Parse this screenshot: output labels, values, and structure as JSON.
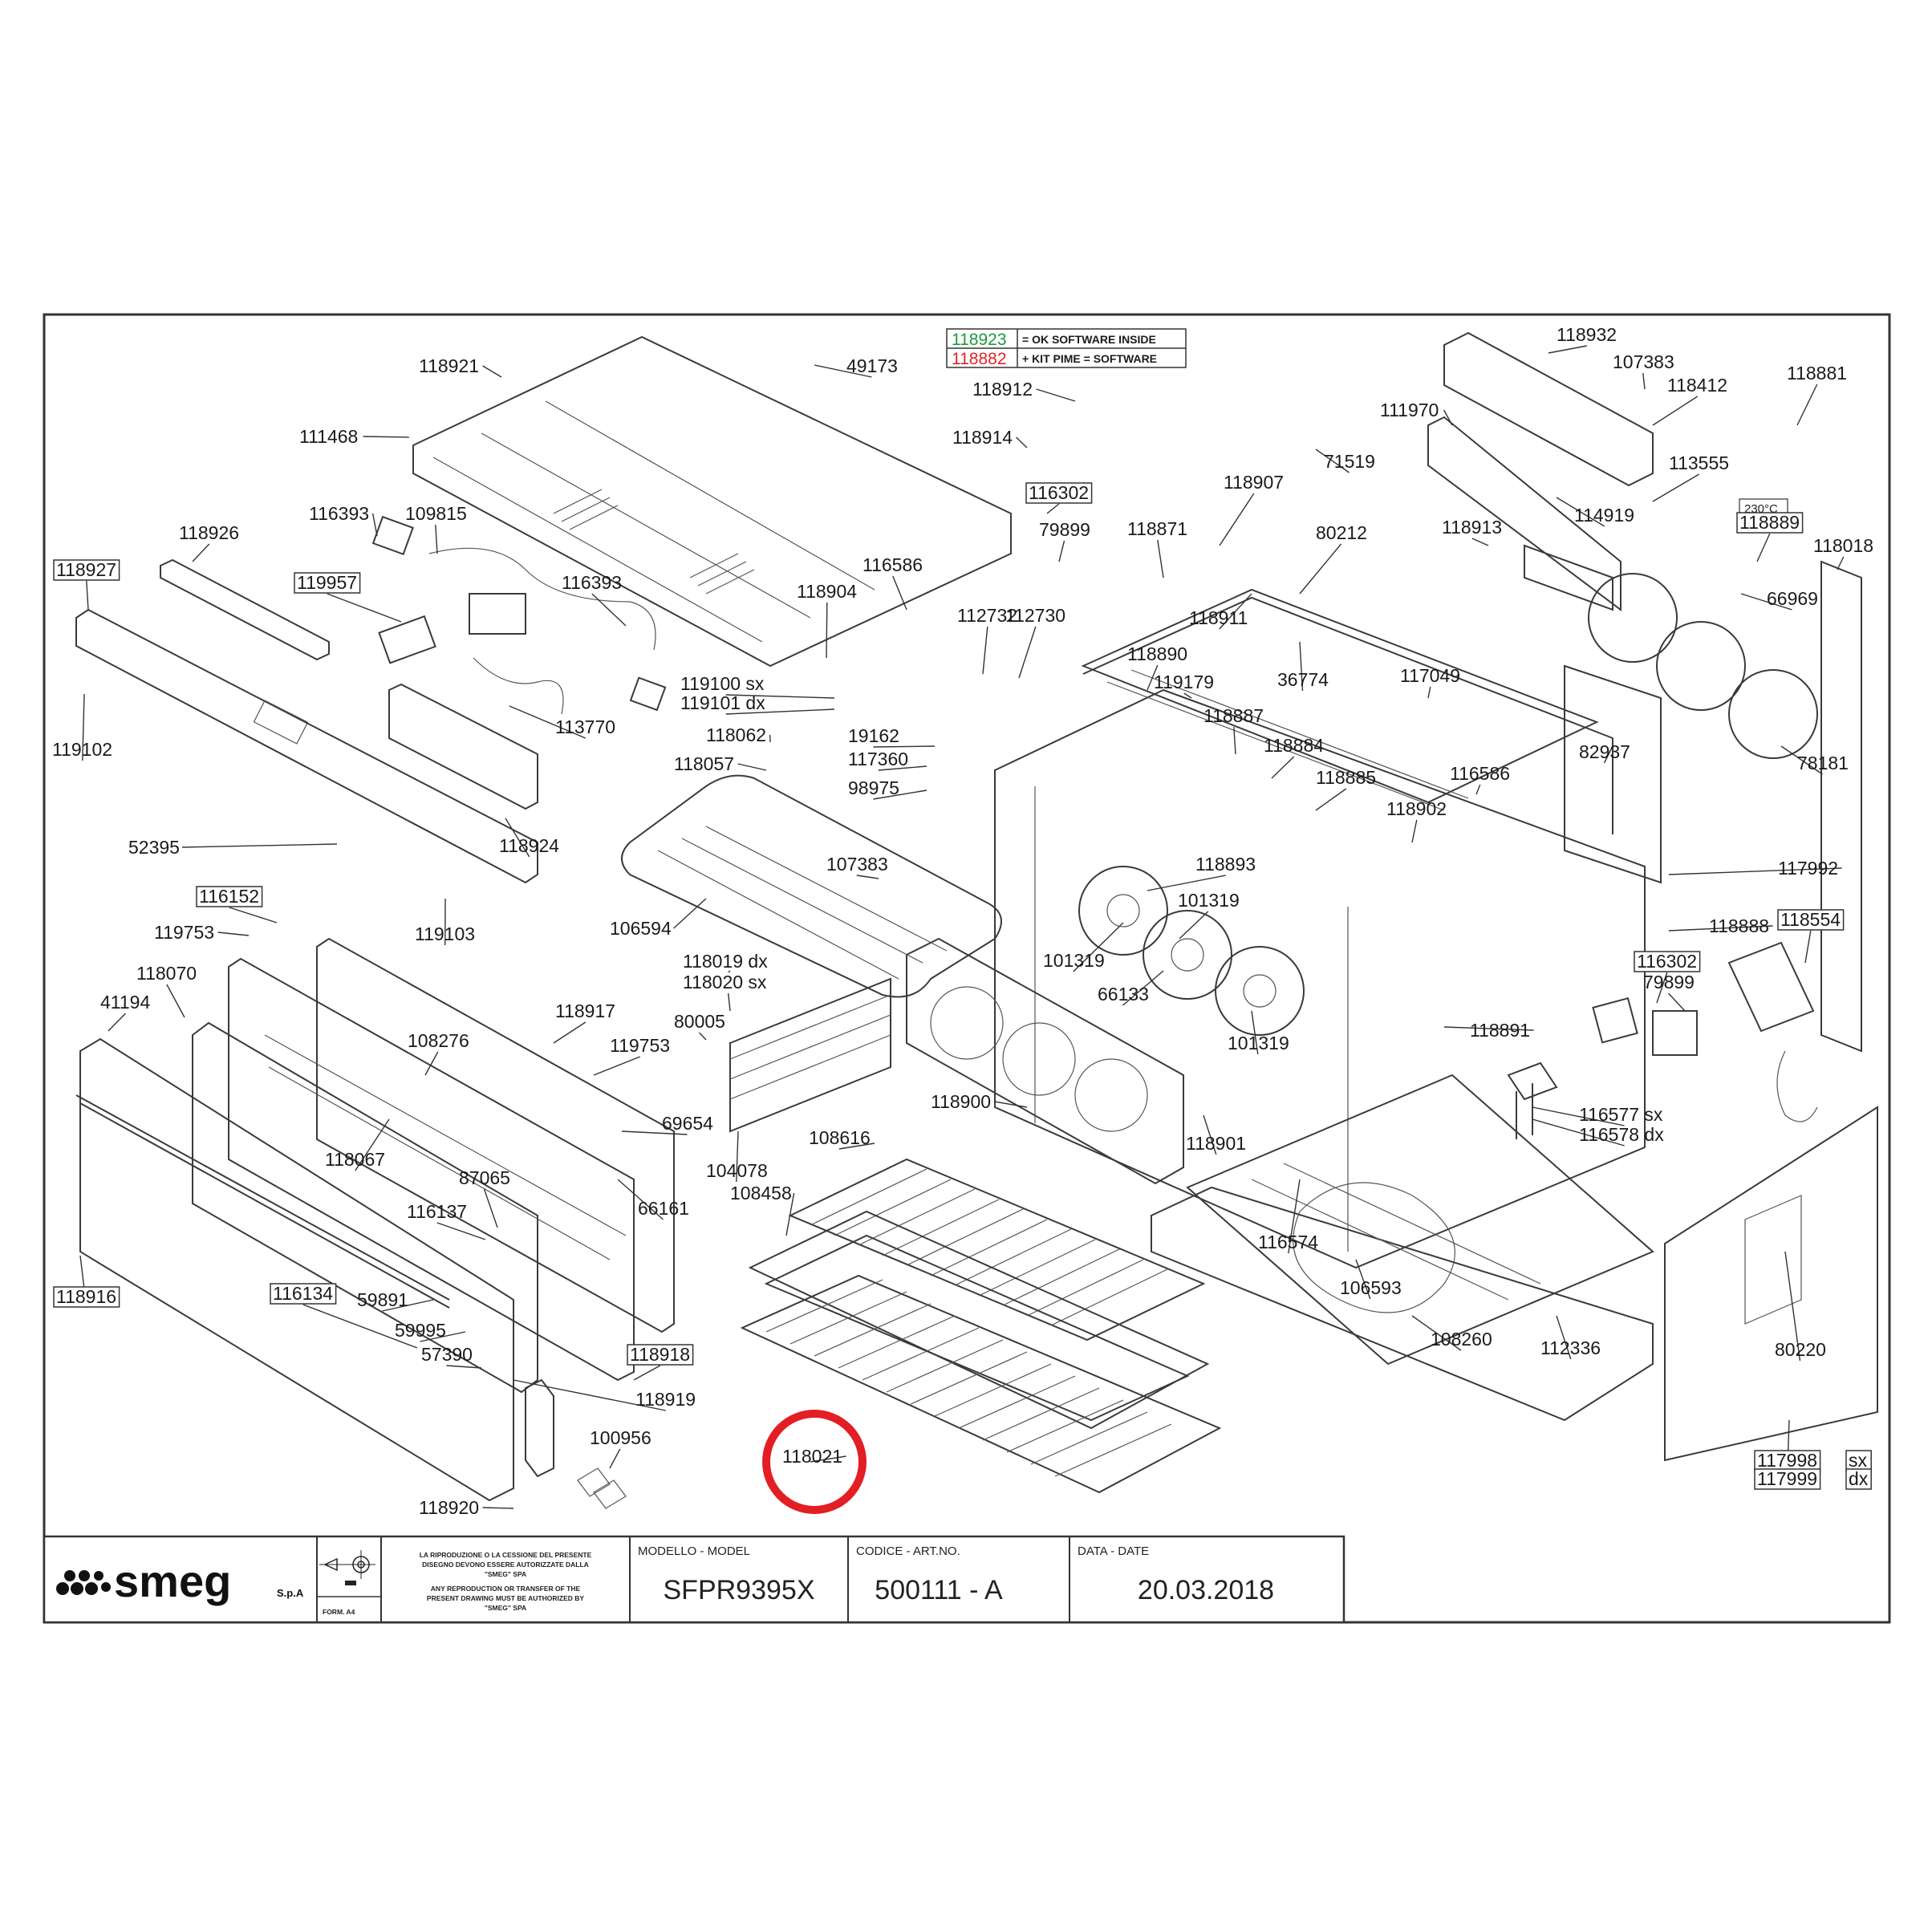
{
  "software_notes": [
    {
      "code": "118923",
      "text": "= OK SOFTWARE INSIDE",
      "color": "#1a9a3c"
    },
    {
      "code": "118882",
      "text": "+ KIT PIME = SOFTWARE",
      "color": "#e32227"
    }
  ],
  "temp_label": "230°C",
  "part_labels": [
    {
      "text": "118921"
    },
    {
      "text": "49173"
    },
    {
      "text": "111468"
    },
    {
      "text": "116393"
    },
    {
      "text": "109815"
    },
    {
      "text": "118926"
    },
    {
      "text": "118927",
      "boxed": true
    },
    {
      "text": "119957",
      "boxed": true
    },
    {
      "text": "116393"
    },
    {
      "text": "116586"
    },
    {
      "text": "118904"
    },
    {
      "text": "113770"
    },
    {
      "text": "119102"
    },
    {
      "text": "52395"
    },
    {
      "text": "118924"
    },
    {
      "text": "116152",
      "boxed": true
    },
    {
      "text": "119753"
    },
    {
      "text": "119103"
    },
    {
      "text": "118070"
    },
    {
      "text": "41194"
    },
    {
      "text": "118917"
    },
    {
      "text": "108276"
    },
    {
      "text": "119753"
    },
    {
      "text": "118067"
    },
    {
      "text": "87065"
    },
    {
      "text": "69654"
    },
    {
      "text": "116137"
    },
    {
      "text": "66161"
    },
    {
      "text": "118916",
      "boxed": true
    },
    {
      "text": "116134",
      "boxed": true
    },
    {
      "text": "59891"
    },
    {
      "text": "59995"
    },
    {
      "text": "57390"
    },
    {
      "text": "118918",
      "boxed": true
    },
    {
      "text": "118919"
    },
    {
      "text": "100956"
    },
    {
      "text": "118920"
    },
    {
      "text": "118912"
    },
    {
      "text": "118914"
    },
    {
      "text": "71519"
    },
    {
      "text": "116302",
      "boxed": true
    },
    {
      "text": "79899"
    },
    {
      "text": "118871"
    },
    {
      "text": "118907"
    },
    {
      "text": "80212"
    },
    {
      "text": "118911"
    },
    {
      "text": "36774"
    },
    {
      "text": "112732"
    },
    {
      "text": "112730"
    },
    {
      "text": "118890"
    },
    {
      "text": "119179"
    },
    {
      "text": "118887"
    },
    {
      "text": "118884"
    },
    {
      "text": "118885"
    },
    {
      "text": "119100 sx"
    },
    {
      "text": "119101 dx"
    },
    {
      "text": "118062"
    },
    {
      "text": "19162"
    },
    {
      "text": "118057"
    },
    {
      "text": "117360"
    },
    {
      "text": "98975"
    },
    {
      "text": "107383"
    },
    {
      "text": "106594"
    },
    {
      "text": "118019 dx"
    },
    {
      "text": "118020 sx"
    },
    {
      "text": "80005"
    },
    {
      "text": "104078"
    },
    {
      "text": "118893"
    },
    {
      "text": "101319"
    },
    {
      "text": "101319"
    },
    {
      "text": "66133"
    },
    {
      "text": "101319"
    },
    {
      "text": "118900"
    },
    {
      "text": "118901"
    },
    {
      "text": "108616"
    },
    {
      "text": "108458"
    },
    {
      "text": "118021"
    },
    {
      "text": "118932"
    },
    {
      "text": "107383"
    },
    {
      "text": "118412"
    },
    {
      "text": "111970"
    },
    {
      "text": "118913"
    },
    {
      "text": "113555"
    },
    {
      "text": "114919"
    },
    {
      "text": "118881"
    },
    {
      "text": "118889",
      "boxed": true
    },
    {
      "text": "118018"
    },
    {
      "text": "66969"
    },
    {
      "text": "117049"
    },
    {
      "text": "116586"
    },
    {
      "text": "82937"
    },
    {
      "text": "78181"
    },
    {
      "text": "118902"
    },
    {
      "text": "117992"
    },
    {
      "text": "118888"
    },
    {
      "text": "118554",
      "boxed": true
    },
    {
      "text": "116302",
      "boxed": true
    },
    {
      "text": "79899"
    },
    {
      "text": "118891"
    },
    {
      "text": "116577 sx"
    },
    {
      "text": "116578 dx"
    },
    {
      "text": "116574"
    },
    {
      "text": "106593"
    },
    {
      "text": "108260"
    },
    {
      "text": "112336"
    },
    {
      "text": "80220"
    },
    {
      "text": "117998",
      "boxed": true
    },
    {
      "text": "sx",
      "boxed": true
    },
    {
      "text": "117999",
      "boxed": true
    },
    {
      "text": "dx",
      "boxed": true
    }
  ],
  "highlight": {
    "target": "118021",
    "color": "#e31e24"
  },
  "title_block": {
    "brand": "smeg",
    "brand_suffix": "S.p.A",
    "form": "FORM. A4",
    "legal_it": [
      "LA RIPRODUZIONE O LA CESSIONE DEL PRESENTE",
      "DISEGNO DEVONO ESSERE AUTORIZZATE DALLA",
      "\"SMEG\" SPA"
    ],
    "legal_en": [
      "ANY REPRODUCTION OR TRANSFER OF THE",
      "PRESENT DRAWING MUST BE AUTHORIZED BY",
      "\"SMEG\" SPA"
    ],
    "model_label": "MODELLO - MODEL",
    "model_value": "SFPR9395X",
    "code_label": "CODICE - ART.NO.",
    "code_value": "500111  - A",
    "date_label": "DATA - DATE",
    "date_value": "20.03.2018"
  }
}
